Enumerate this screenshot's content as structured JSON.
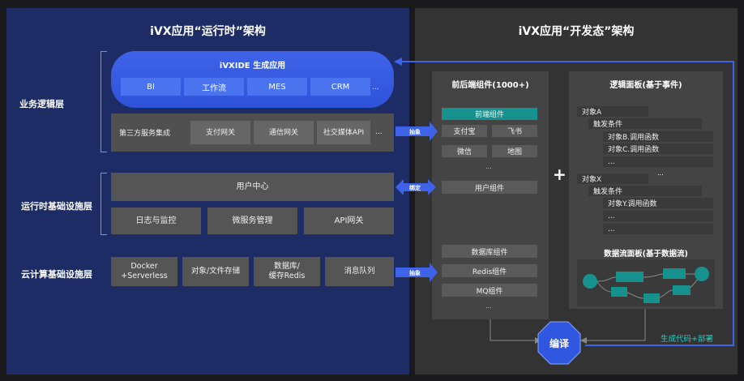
{
  "left_panel": {
    "title": "iVX应用“运行时”架构",
    "layers": {
      "business": "业务逻辑层",
      "runtime": "运行时基础设施层",
      "cloud": "云计算基础设施层"
    },
    "ide": {
      "title": "iVXIDE 生成应用",
      "chips": [
        "BI",
        "工作流",
        "MES",
        "CRM"
      ],
      "more": "..."
    },
    "third_party": {
      "label": "第三方服务集成",
      "items": [
        "支付网关",
        "通信网关",
        "社交媒体API"
      ],
      "more": "..."
    },
    "user_center": "用户中心",
    "runtime_items": [
      "日志与监控",
      "微服务管理",
      "API网关"
    ],
    "cloud_items": [
      "Docker\n+Serverless",
      "对象/文件存储",
      "数据库/\n缓存Redis",
      "消息队列"
    ]
  },
  "arrows": {
    "abstract_1": "抽象",
    "bind": "绑定",
    "abstract_2": "抽象"
  },
  "right_panel": {
    "title": "iVX应用“开发态”架构",
    "components": {
      "title": "前后端组件(1000+)",
      "frontend": "前端组件",
      "grid": [
        "支付宝",
        "飞书",
        "微信",
        "地图"
      ],
      "ellipsis": "...",
      "user": "用户组件",
      "backend": [
        "数据库组件",
        "Redis组件",
        "MQ组件"
      ],
      "ellipsis2": "..."
    },
    "plus": "+",
    "logic": {
      "title": "逻辑面板(基于事件)",
      "rows": [
        {
          "text": "对象A",
          "indent": 0
        },
        {
          "text": "触发条件",
          "indent": 1
        },
        {
          "text": "对象B.调用函数",
          "indent": 2
        },
        {
          "text": "对象C.调用函数",
          "indent": 2
        },
        {
          "text": "...",
          "indent": 2
        },
        {
          "text": "...",
          "indent": 3
        },
        {
          "text": "对象X",
          "indent": 0
        },
        {
          "text": "触发条件",
          "indent": 1
        },
        {
          "text": "对象Y.调用函数",
          "indent": 2
        },
        {
          "text": "...",
          "indent": 2
        },
        {
          "text": "...",
          "indent": 2
        }
      ],
      "dataflow_title": "数据流面板(基于数据流)"
    },
    "compile": "编译",
    "deploy": "生成代码+部署"
  },
  "colors": {
    "left_bg": "#1d2c64",
    "right_bg": "#333333",
    "accent_blue": "#3e63e8",
    "teal": "#16918e"
  }
}
